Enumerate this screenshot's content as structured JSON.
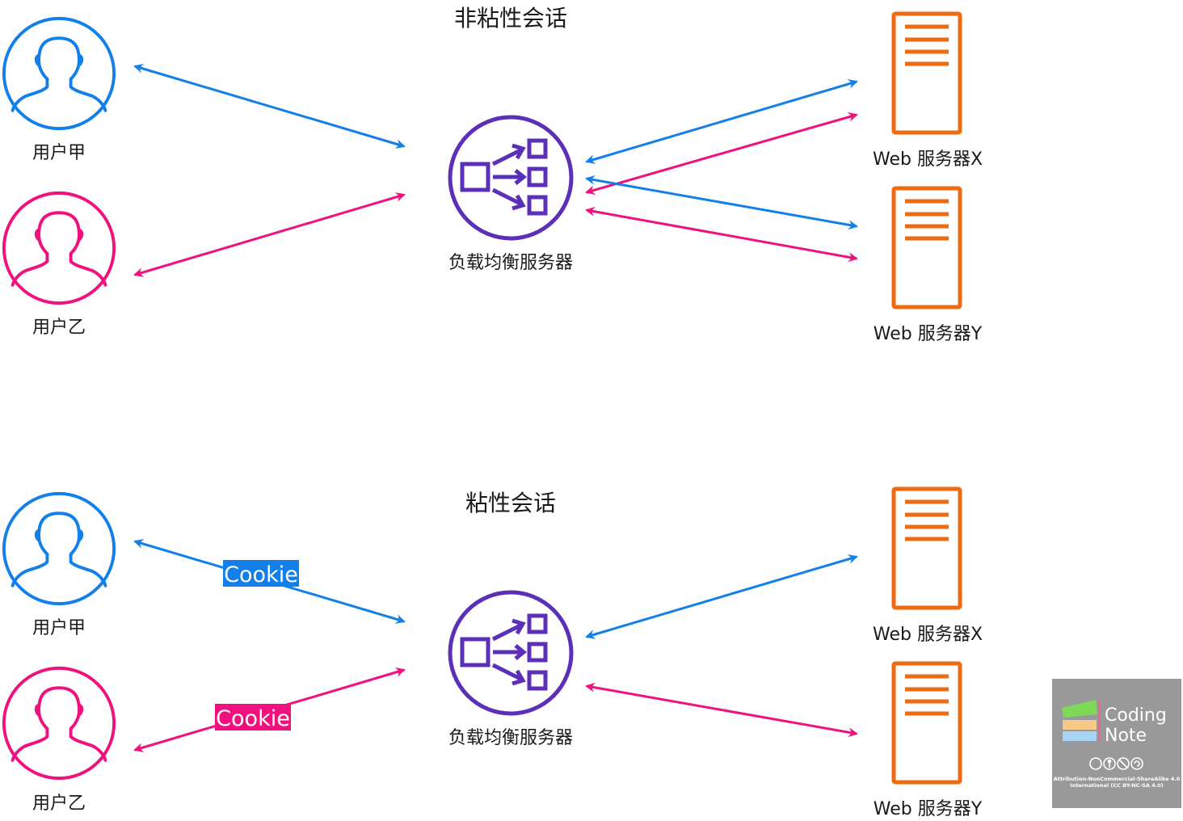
{
  "colors": {
    "user_a": "#1280e8",
    "user_b": "#f0107e",
    "load_balancer": "#5b2fb8",
    "server": "#f06a0f",
    "badge_bg": "#999999"
  },
  "sections": [
    {
      "title": "非粘性会话",
      "user_a_label": "用户甲",
      "user_b_label": "用户乙",
      "load_balancer_label": "负载均衡服务器",
      "server_x_label": "Web 服务器X",
      "server_y_label": "Web 服务器Y",
      "cookie_a": "",
      "cookie_b": ""
    },
    {
      "title": "粘性会话",
      "user_a_label": "用户甲",
      "user_b_label": "用户乙",
      "load_balancer_label": "负载均衡服务器",
      "server_x_label": "Web 服务器X",
      "server_y_label": "Web 服务器Y",
      "cookie_a": "Cookie",
      "cookie_b": "Cookie"
    }
  ],
  "badge": {
    "line1": "Coding",
    "line2": "Note",
    "license_line1": "Attribution-NonCommercial-ShareAlike 4.0",
    "license_line2": "International (CC BY-NC-SA 4.0)"
  }
}
